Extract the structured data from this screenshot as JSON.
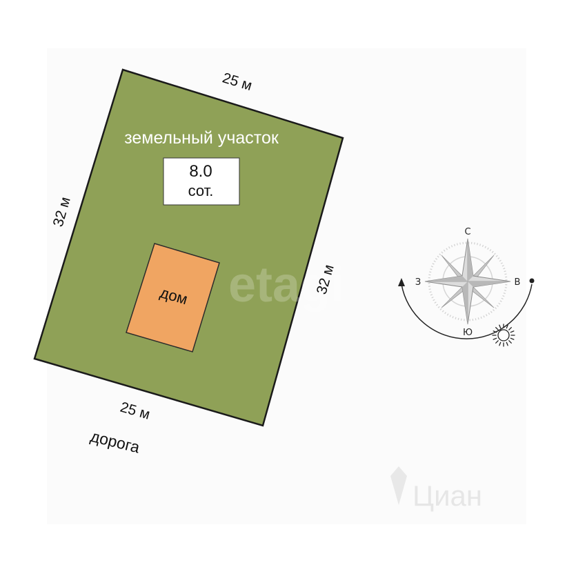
{
  "plot": {
    "title": "земельный участок",
    "area_value": "8.0",
    "area_unit": "сот.",
    "side_top": "25 м",
    "side_bottom": "25 м",
    "side_left": "32 м",
    "side_right": "32 м",
    "house_label": "дом",
    "road_label": "дорога"
  },
  "compass": {
    "north": "С",
    "south": "Ю",
    "west": "З",
    "east": "В"
  },
  "watermarks": {
    "center": "etagi",
    "corner": "Циан"
  },
  "colors": {
    "plot_fill": "#8fa157",
    "plot_stroke": "#1a1a1a",
    "house_fill": "#f0a562",
    "house_stroke": "#2b2b2b",
    "text": "#111111",
    "title_text": "#ffffff",
    "compass_ring": "#d0d0d0",
    "compass_star": "#c8c8c8",
    "arc": "#222222"
  },
  "icons": {
    "compass": "compass-rose-icon",
    "sun": "sun-icon",
    "sun_path": "sun-path-arrow-icon"
  }
}
